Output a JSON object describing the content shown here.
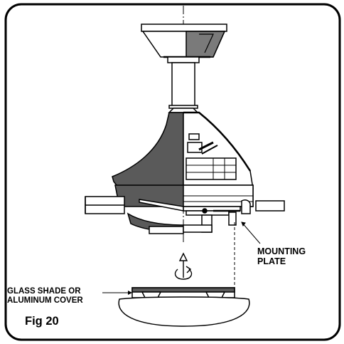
{
  "labels": {
    "mounting_plate": [
      "MOUNTING",
      "PLATE"
    ],
    "glass_shade": [
      "GLASS SHADE OR",
      "ALUMINUM COVER"
    ],
    "figure": "Fig 20"
  },
  "colors": {
    "stroke": "#000000",
    "background": "#ffffff",
    "motor_shading": "#5a5a5a"
  }
}
